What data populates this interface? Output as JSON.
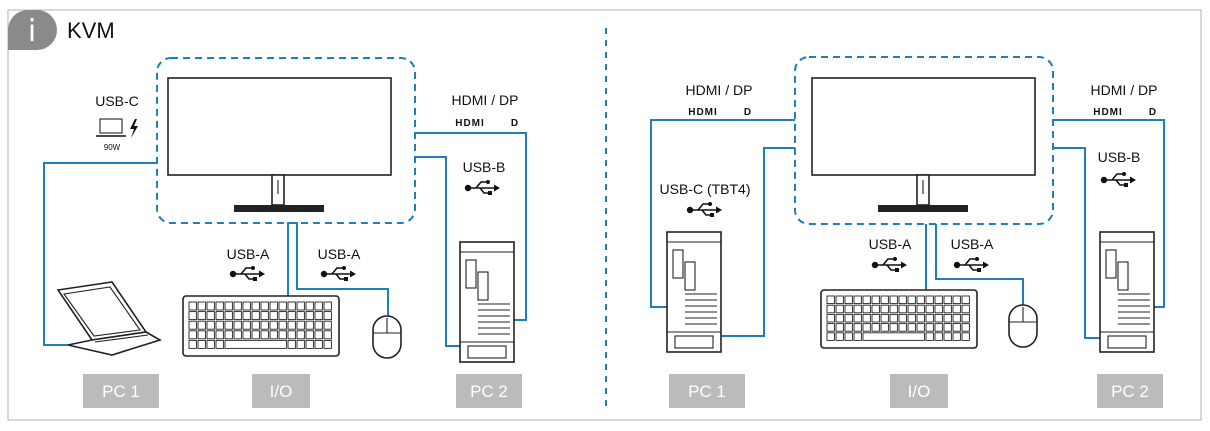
{
  "header": {
    "icon": "info-icon",
    "title": "KVM"
  },
  "colors": {
    "cable": "#1f7fb8",
    "badge": "#b9bbbd",
    "frame": "#bfbfbf",
    "info_badge": "#8a8a8a"
  },
  "left_panel": {
    "usbc_label": "USB-C",
    "power_label": "90W",
    "hdmi_dp_label": "HDMI / DP",
    "hdmi_logo": "HDMI",
    "dp_logo": "D",
    "usbb_label": "USB-B",
    "usba_keyboard_label": "USB-A",
    "usba_mouse_label": "USB-A",
    "pc1_label": "PC 1",
    "io_label": "I/O",
    "pc2_label": "PC 2"
  },
  "right_panel": {
    "hdmi_dp_left_label": "HDMI / DP",
    "hdmi_logo_left": "HDMI",
    "dp_logo_left": "D",
    "usbc_tbt4_label": "USB-C (TBT4)",
    "hdmi_dp_right_label": "HDMI / DP",
    "hdmi_logo_right": "HDMI",
    "dp_logo_right": "D",
    "usbb_label": "USB-B",
    "usba_keyboard_label": "USB-A",
    "usba_mouse_label": "USB-A",
    "pc1_label": "PC 1",
    "io_label": "I/O",
    "pc2_label": "PC 2"
  }
}
